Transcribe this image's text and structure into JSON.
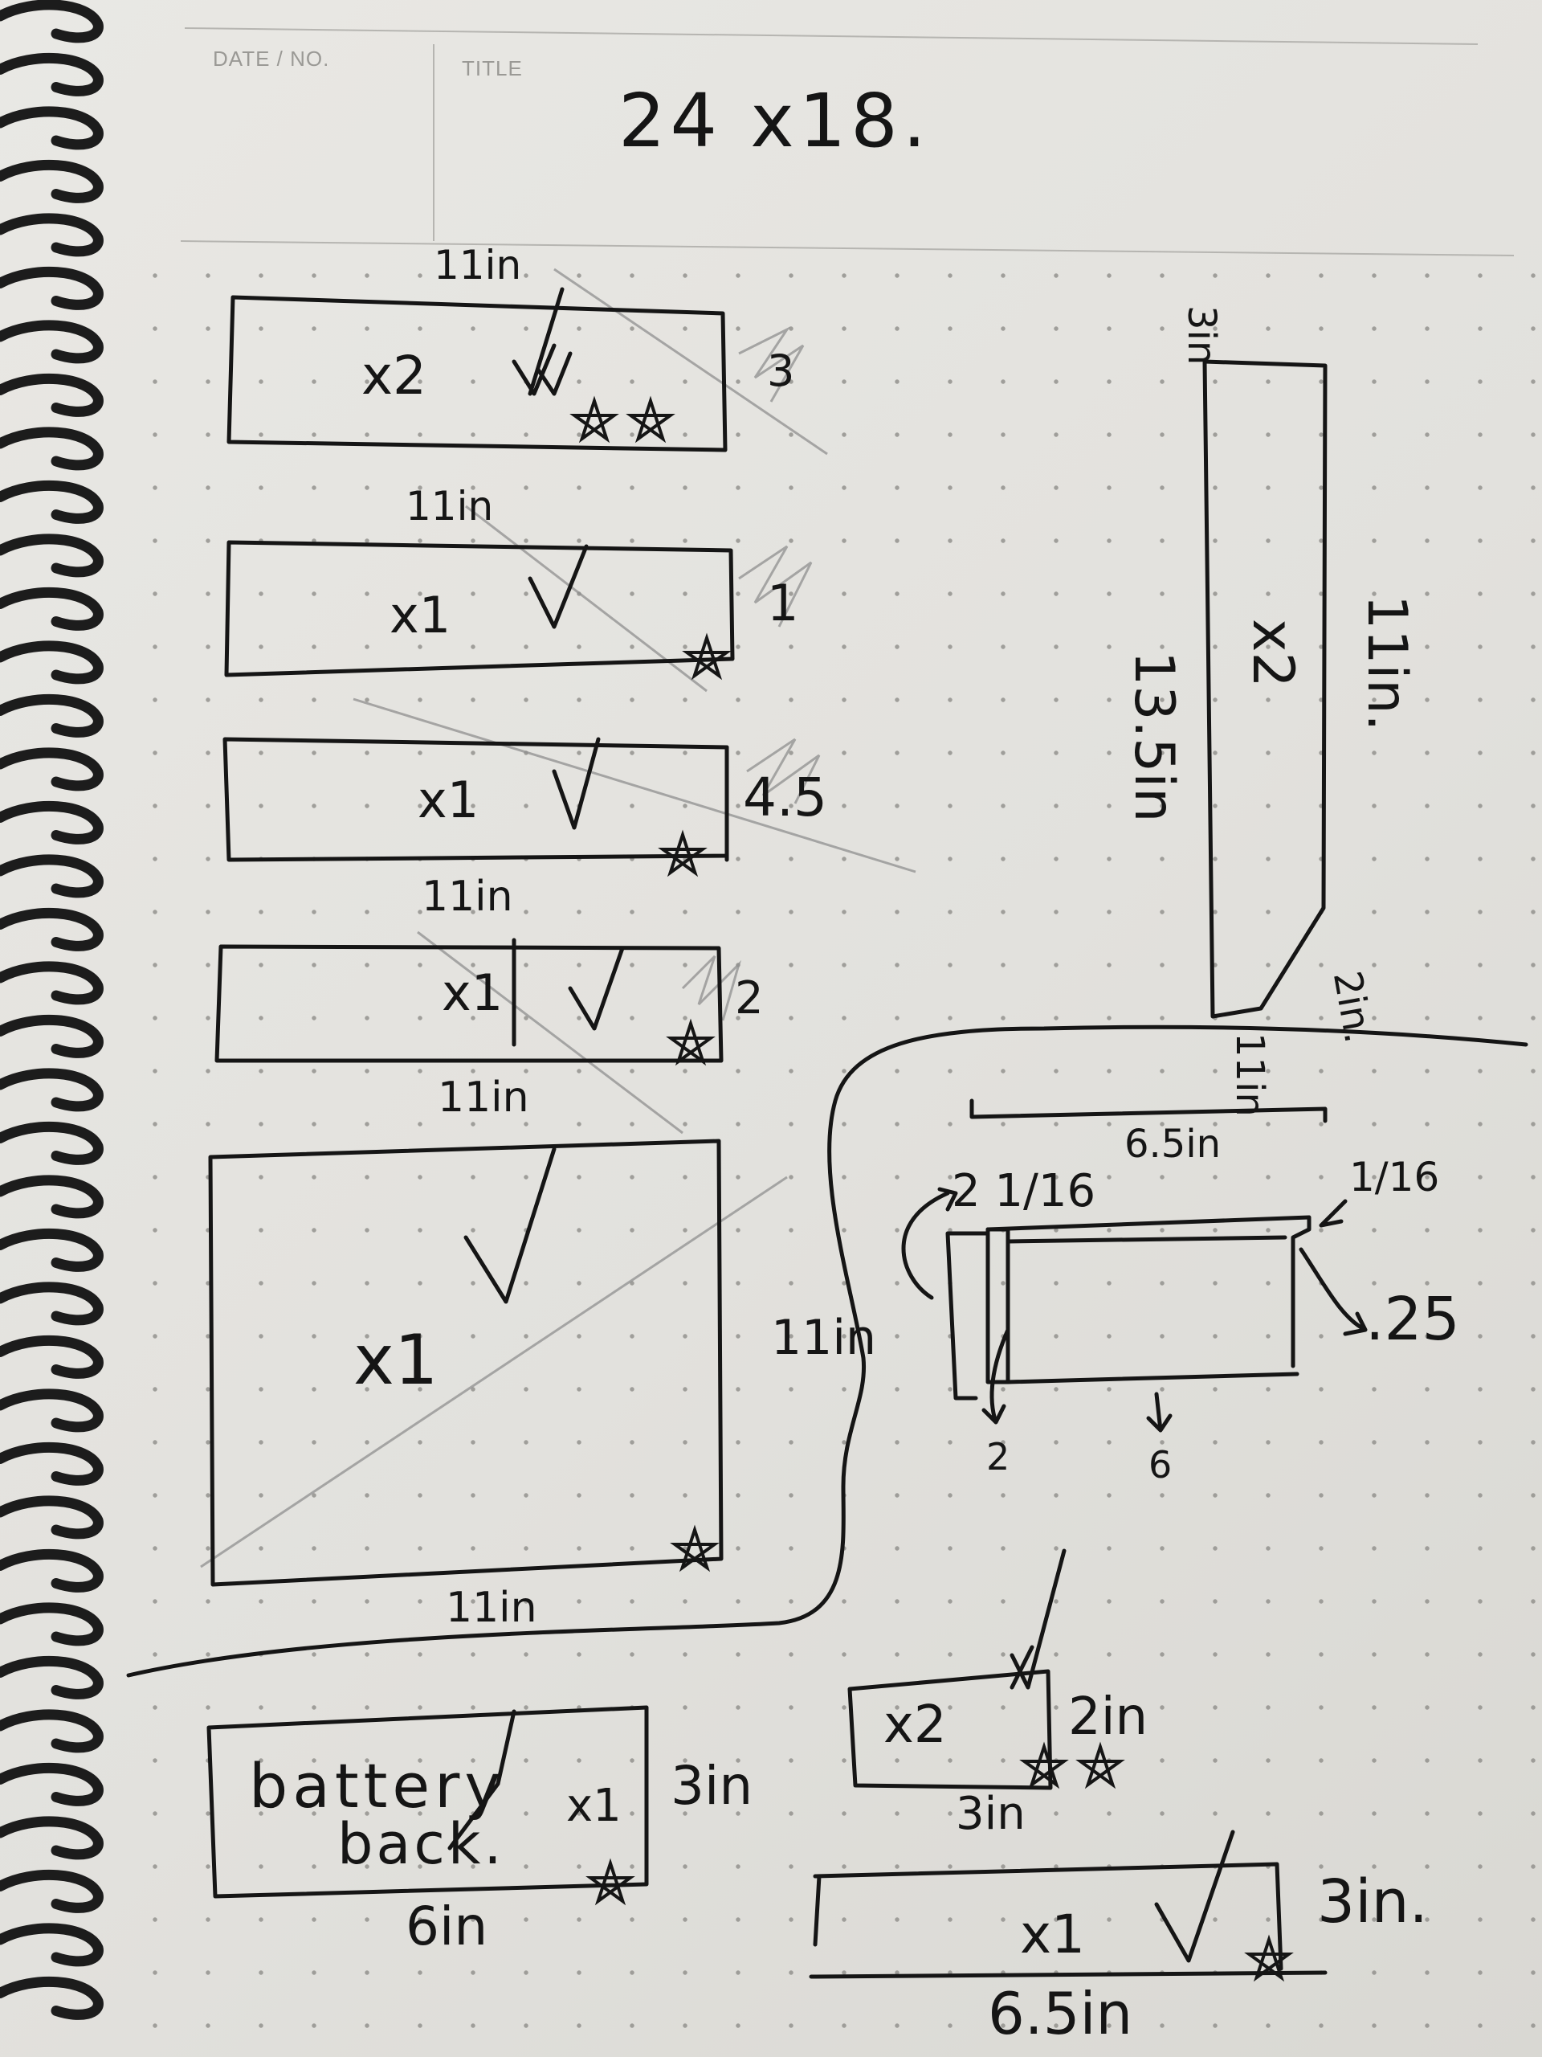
{
  "header": {
    "date_label": "DATE / NO.",
    "title_label": "TITLE",
    "title_text": "24 x18."
  },
  "pieces": {
    "p1": {
      "top_dim": "11in",
      "qty": "x2",
      "side_dim": "3"
    },
    "p2": {
      "top_dim": "11in",
      "qty": "x1",
      "side_dim": "1"
    },
    "p3": {
      "qty": "x1",
      "side_dim": "4.5",
      "bottom_dim": "11in"
    },
    "p4": {
      "qty": "x1",
      "side_dim": "2",
      "bottom_dim": "11in"
    },
    "p5": {
      "qty": "x1",
      "side_dim": "11in",
      "bottom_dim": "11in"
    },
    "long_piece": {
      "top_dim": "3in",
      "qty": "x2",
      "right_dim": "11in.",
      "left_dim": "13.5in",
      "corner_dim": "2in.",
      "bottom_dim": "11in"
    },
    "box_detail": {
      "width_dim": "6.5in",
      "left_label": "2 1/16",
      "right_top_label": "1/16",
      "right_label": ".25",
      "bottom_left_label": "2",
      "bottom_right_label": "6"
    },
    "battery": {
      "line1": "battery",
      "line2": "back.",
      "qty": "x1",
      "side_dim": "3in",
      "bottom_dim": "6in"
    },
    "small_piece": {
      "qty": "x2",
      "side_dim": "2in",
      "bottom_dim": "3in"
    },
    "bottom_piece": {
      "qty": "x1",
      "side_dim": "3in.",
      "bottom_dim": "6.5in"
    }
  },
  "colors": {
    "ink": "#151515",
    "pencil": "#8f8f8f",
    "paper": "#e6e5e1",
    "ring": "#1c1c1c"
  }
}
